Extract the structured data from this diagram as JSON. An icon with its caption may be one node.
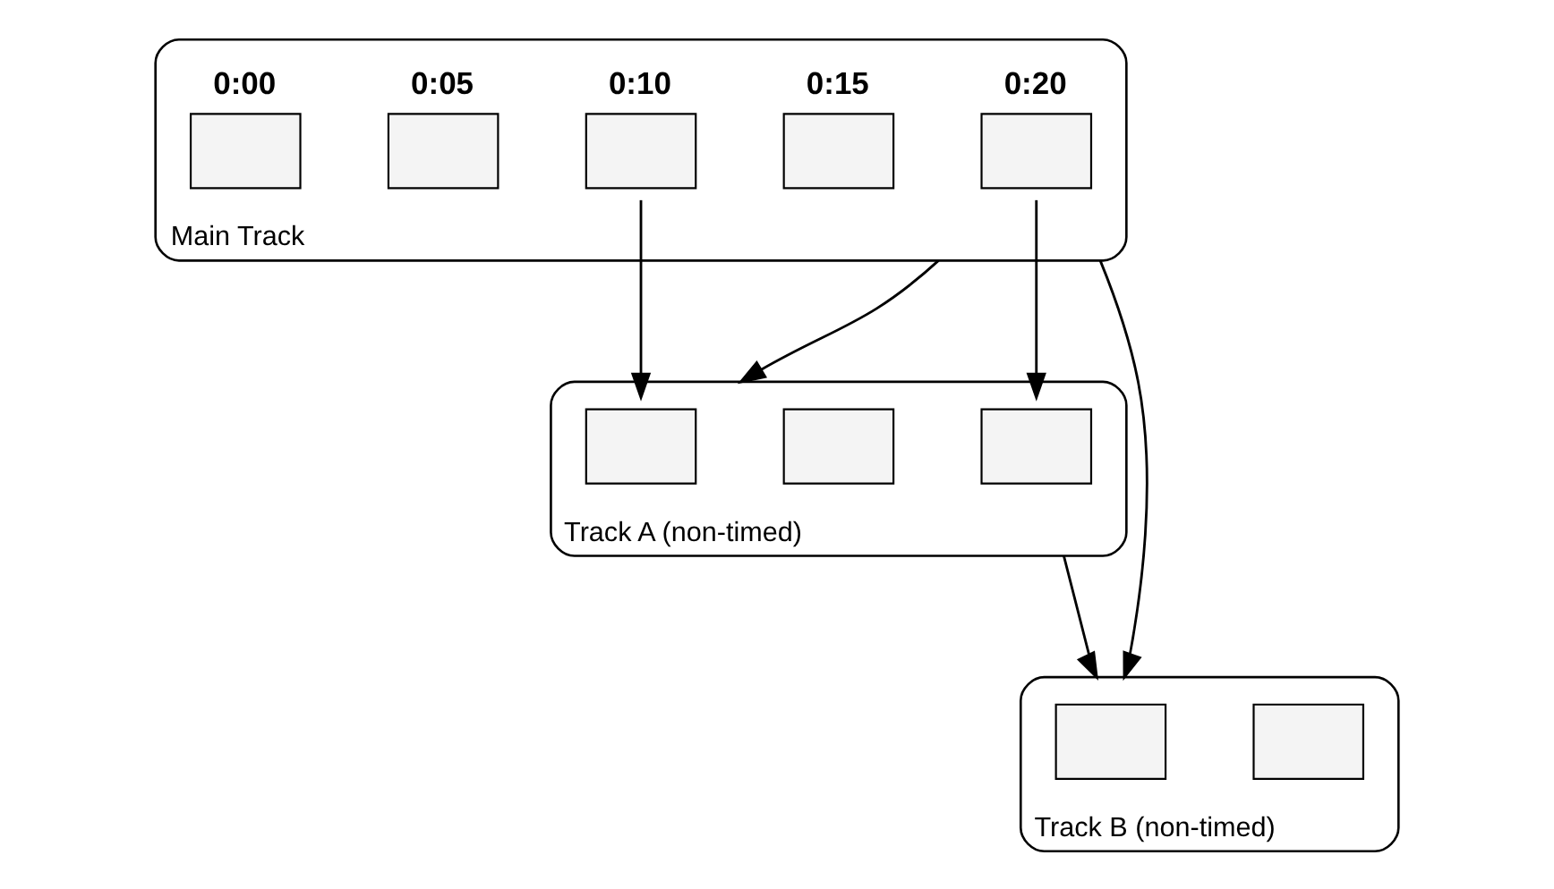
{
  "diagram": {
    "nodes": [
      {
        "text": [
          "Main Track"
        ]
      },
      {
        "text": [],
        "shape": "box",
        "in": 0,
        "beside": [
          "0:00"
        ]
      },
      {
        "text": [],
        "shape": "box",
        "in": 0,
        "beside": [
          "0:05"
        ]
      },
      {
        "text": [],
        "shape": "box",
        "in": 0,
        "beside": [
          "0:10"
        ]
      },
      {
        "text": [],
        "shape": "box",
        "in": 0,
        "beside": [
          "0:15"
        ]
      },
      {
        "text": [],
        "shape": "box",
        "in": 0,
        "beside": [
          "0:20"
        ]
      },
      {
        "text": [
          "Track A (non-timed)"
        ]
      },
      {
        "text": [],
        "shape": "box",
        "in": 6
      },
      {
        "text": [],
        "shape": "box",
        "in": 6
      },
      {
        "text": [],
        "shape": "box",
        "in": 6
      },
      {
        "text": [
          "Track B (non-timed)"
        ]
      },
      {
        "text": [],
        "shape": "box",
        "in": 10
      },
      {
        "text": [],
        "shape": "box",
        "in": 10
      }
    ],
    "edges": [
      {
        "from": 0,
        "to": 6,
        "arrow": "to"
      },
      {
        "from": 3,
        "to": 7,
        "arrow": "to"
      },
      {
        "from": 5,
        "to": 9,
        "arrow": "to"
      },
      {
        "from": 0,
        "to": 10,
        "arrow": "to"
      },
      {
        "from": 6,
        "to": 10,
        "arrow": "to"
      }
    ]
  }
}
